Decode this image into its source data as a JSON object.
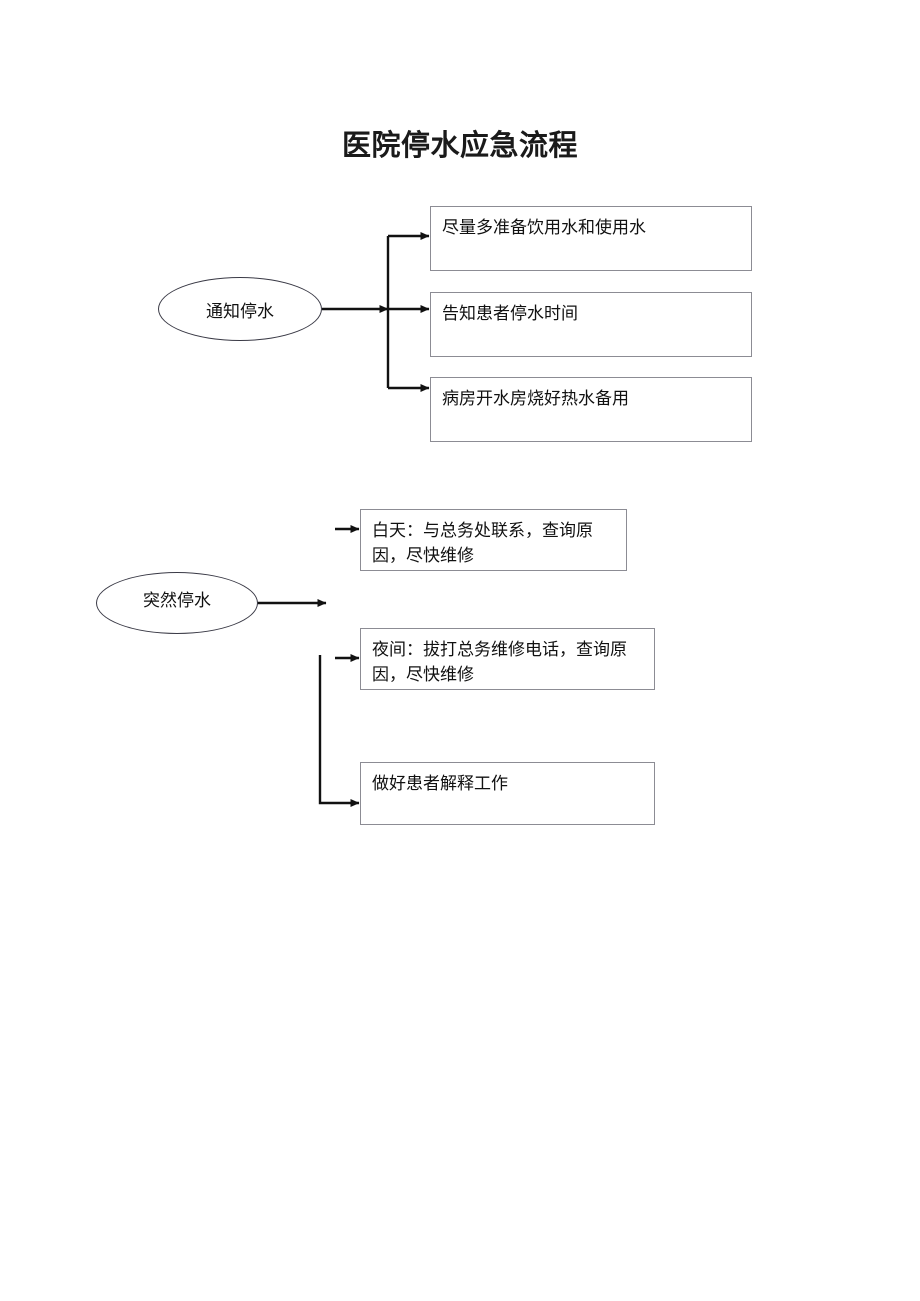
{
  "document": {
    "title": "医院停水应急流程"
  },
  "diagram": {
    "type": "flowchart",
    "orientation": "left-to-right",
    "groups": [
      {
        "id": "group-planned-outage",
        "start_node": {
          "id": "node-notify-outage",
          "shape": "ellipse",
          "label": "通知停水"
        },
        "steps": [
          {
            "id": "step-prepare-water",
            "shape": "rectangle",
            "label": "尽量多准备饮用水和使用水"
          },
          {
            "id": "step-inform-patients",
            "shape": "rectangle",
            "label": "告知患者停水时间"
          },
          {
            "id": "step-boil-hot-water",
            "shape": "rectangle",
            "label": "病房开水房烧好热水备用"
          }
        ]
      },
      {
        "id": "group-sudden-outage",
        "start_node": {
          "id": "node-sudden-outage",
          "shape": "ellipse",
          "label": "突然停水"
        },
        "steps": [
          {
            "id": "step-daytime",
            "shape": "rectangle",
            "label": "白天：与总务处联系，查询原因，尽快维修"
          },
          {
            "id": "step-nighttime",
            "shape": "rectangle",
            "label": "夜间：拔打总务维修电话，查询原因，尽快维修"
          },
          {
            "id": "step-explain-patients",
            "shape": "rectangle",
            "label": "做好患者解释工作"
          }
        ]
      }
    ],
    "colors": {
      "page_background": "#ffffff",
      "oval_stroke": "#3a3a46",
      "box_stroke": "#8c8c94",
      "connector": "#111111",
      "text": "#111111"
    }
  }
}
